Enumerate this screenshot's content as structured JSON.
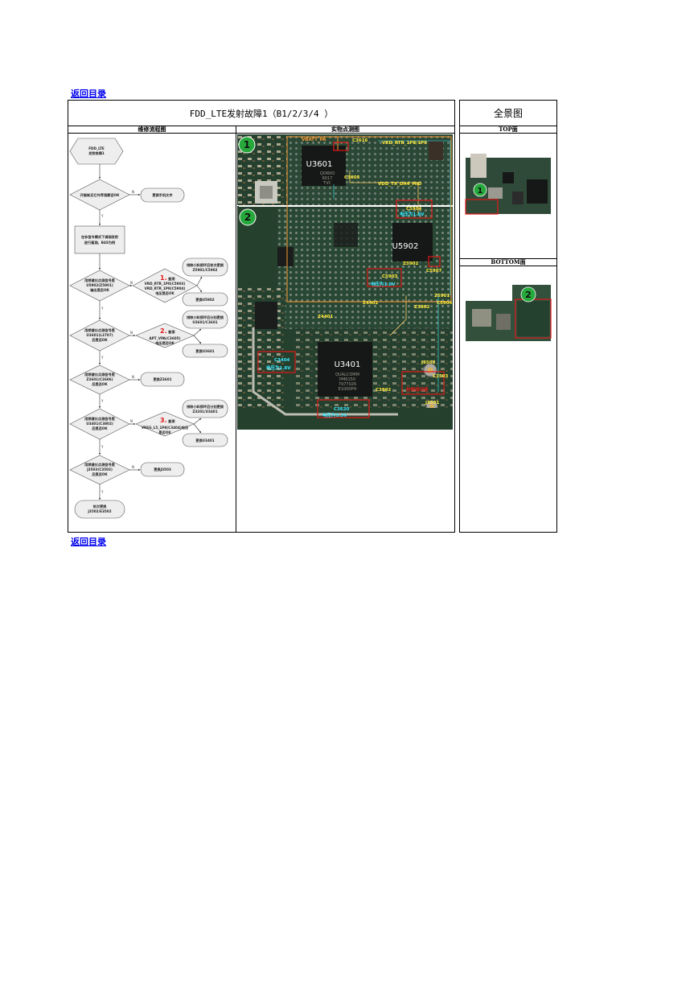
{
  "nav": {
    "back_top": "返回目录",
    "back_bottom": "返回目录"
  },
  "header": {
    "title": "FDD_LTE发射故障1（B1/2/3/4 ）",
    "overview": "全景图"
  },
  "columns": {
    "flow": "维修流程图",
    "photo": "实物点测图",
    "top": "TOP面",
    "bottom": "BOTTOM面"
  },
  "flow": {
    "start": [
      "FDD_LTE",
      "发射故障1"
    ],
    "d1": "开能耗无它外界观察否OK",
    "d1_action": "更换手机文件",
    "p1": [
      "在非信令模式下调测发射",
      "进行直测。B4S为例"
    ],
    "d2": [
      "用频谱仪点测信号是",
      "U5902(Z5901)",
      "输出是否OK"
    ],
    "step1_num": "1.",
    "step1_label": "查测",
    "step1_lines": [
      "VRD_RTR_1P0(C5903)",
      "VRD_RTR_1P8(C5904)",
      "电压是否OK"
    ],
    "a1": [
      "排除小料损坏后依次更换",
      "Z5901/C5902"
    ],
    "a1b": "更换U5902",
    "d3": [
      "用频谱仪点测信号是",
      "U3601(L3707)",
      "后是否OK"
    ],
    "step2_num": "2.",
    "step2_label": "查测",
    "step2_lines": [
      "APT_VPA(C3605)",
      "电压是否OK"
    ],
    "a2": [
      "排除小料损坏后分别更换",
      "U3601/C3601"
    ],
    "a2b": "更换U3601",
    "d4": [
      "用频谱仪点测信号是",
      "Z3601(C3606)",
      "后是否OK"
    ],
    "a4": "更换Z3601",
    "d5": [
      "用频谱仪点测信号是",
      "U3401(C3802)",
      "后是否OK"
    ],
    "step3_num": "3.",
    "step3_label": "查测",
    "step3_lines": [
      "VREG_L5_1P8(C3404)电压",
      "是否OK"
    ],
    "a5": [
      "排除小料损坏后分别更换",
      "Z3201/U3401"
    ],
    "a5b": "更换U3401",
    "d6": [
      "用频谱仪点测信号是",
      "J3503(C3503)",
      "后是否OK"
    ],
    "a6": "更换J3503",
    "end": [
      "依次更换",
      "J3502/E3502"
    ],
    "yes": "Y",
    "no": "N"
  },
  "photo": {
    "marker1": "1",
    "marker2": "2",
    "chips": {
      "u3601": "U3601",
      "u5902": "U5902",
      "u3401": "U3401"
    },
    "chip_print_u3601": [
      "QORVO",
      "6017",
      "TVC"
    ],
    "chip_print_u3401": [
      "QUALCOMM",
      "PM6150",
      "7977026",
      "E1000PH"
    ],
    "labels": {
      "vbatt": "VBATT_PA",
      "vrd_rtr": "VRD_RTR_1P8/1P0",
      "vdd_da": "VDD_TX_DA4_MID",
      "c3605": "C3605",
      "c3616": "C3616",
      "c5903": "C5903",
      "c5904": "C5904",
      "c5903_v": "电压为1.8V",
      "c5904_small": "C5904",
      "z5902": "Z5902",
      "z5901": "Z5901",
      "c5907": "C5907",
      "c5903b": "C5903",
      "c5903b_v": "电压为1.0V",
      "z4402": "Z4402",
      "z3802": "Z3802",
      "z4401": "Z4401",
      "c3404": "C3404",
      "c3404_v": "电压为1.8V",
      "j3503": "J3503",
      "c3503": "C3503",
      "c3802": "C3802",
      "rx_label": "射频测试座",
      "j3501": "J3501",
      "c3620": "C3620",
      "c3620_v": "电压为3.3V"
    }
  },
  "overview": {
    "top_marker": "1",
    "bottom_marker": "2"
  },
  "colors": {
    "pcb": "#26402e",
    "chip": "#151816",
    "red": "#e01818",
    "yellow": "#ffe83a",
    "cyan": "#39e6ff",
    "orange": "#ff9933",
    "marker": "#26a83c"
  }
}
